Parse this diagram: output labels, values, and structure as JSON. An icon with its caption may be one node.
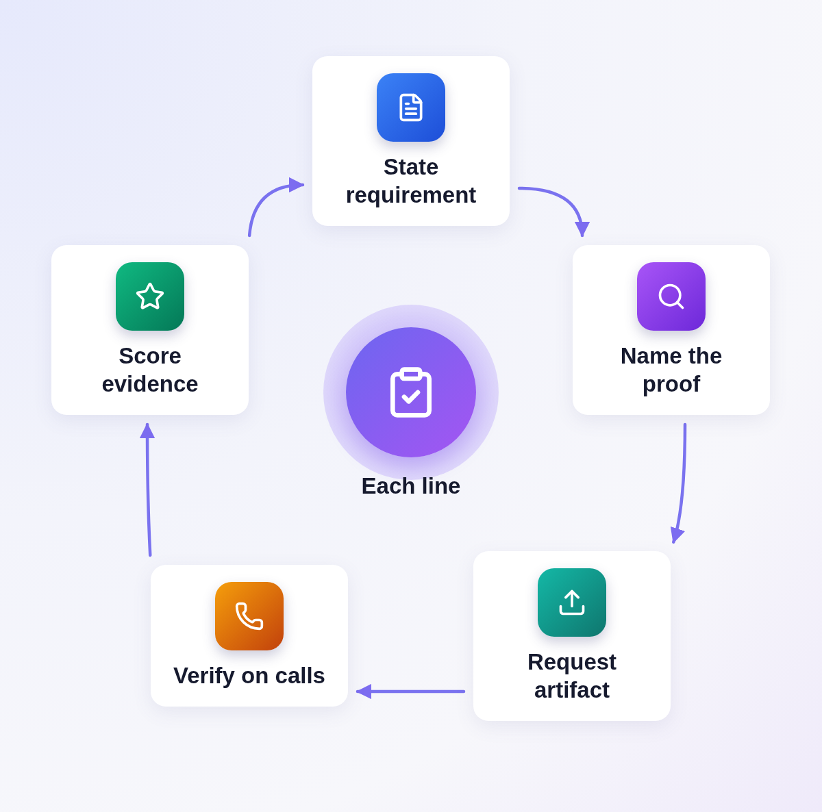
{
  "diagram": {
    "nodes": [
      {
        "text": [
          "State requirement"
        ]
      },
      {
        "text": [
          "Name the proof"
        ]
      },
      {
        "text": [
          "Request artifact"
        ]
      },
      {
        "text": [
          "Verify on calls"
        ]
      },
      {
        "text": [
          "Score evidence"
        ]
      },
      {
        "text": [
          "Each line"
        ]
      }
    ],
    "edges": [
      {
        "from": 0,
        "to": 1,
        "arrow": "to"
      },
      {
        "from": 1,
        "to": 2,
        "arrow": "to"
      },
      {
        "from": 2,
        "to": 3,
        "arrow": "to"
      },
      {
        "from": 3,
        "to": 4,
        "arrow": "to"
      },
      {
        "from": 4,
        "to": 0,
        "arrow": "to"
      }
    ]
  }
}
